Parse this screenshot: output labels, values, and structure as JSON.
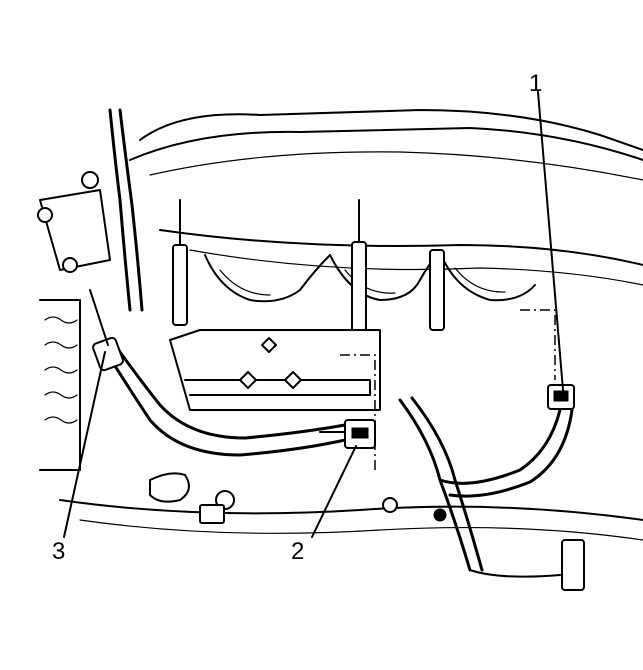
{
  "callouts": [
    {
      "label": "1",
      "refers_to": "connector-right"
    },
    {
      "label": "2",
      "refers_to": "connector-center"
    },
    {
      "label": "3",
      "refers_to": "harness-clip-left"
    }
  ],
  "colors": {
    "line": "#000000",
    "background": "#ffffff"
  }
}
